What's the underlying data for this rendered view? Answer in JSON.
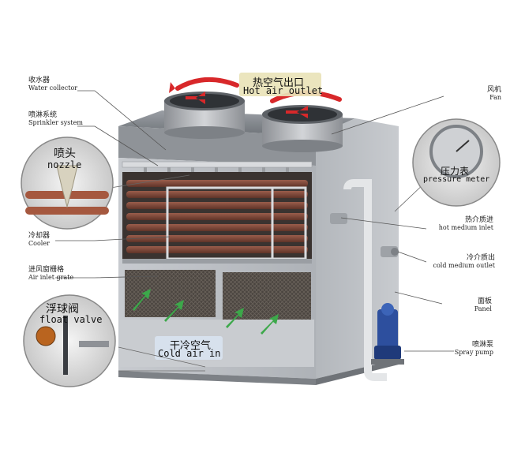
{
  "top_banner": {
    "cn": "热空气出口",
    "en": "Hot air outlet"
  },
  "bottom_banner": {
    "cn": "干冷空气",
    "en": "Cold air in"
  },
  "callouts": {
    "nozzle": {
      "cn": "喷头",
      "en": "nozzle"
    },
    "float_valve": {
      "cn": "浮球阀",
      "en": "float valve"
    },
    "pressure_meter": {
      "cn": "压力表",
      "en": "pressure meter"
    }
  },
  "left_labels": [
    {
      "cn": "收水器",
      "en": "Water collector"
    },
    {
      "cn": "喷淋系统",
      "en": "Sprinkler system"
    },
    {
      "cn": "冷却器",
      "en": "Cooler"
    },
    {
      "cn": "进风窗栅格",
      "en": "Air inlet grate"
    }
  ],
  "right_labels": [
    {
      "cn": "风机",
      "en": "Fan"
    },
    {
      "cn": "热介质进",
      "en": "hot medium inlet"
    },
    {
      "cn": "冷介质出",
      "en": "cold medium outlet"
    },
    {
      "cn": "面板",
      "en": "Panel"
    },
    {
      "cn": "喷淋泵",
      "en": "Spray pump"
    }
  ],
  "colors": {
    "casing": "#b9bcc1",
    "casing_dark": "#8d9196",
    "coil": "#7a4a3c",
    "arrow_hot": "#d8282a",
    "arrow_cold": "#3ca84a",
    "pump": "#2d4f9e",
    "banner_hot": "#e9e3b8",
    "banner_cold": "#d8e2ee"
  }
}
